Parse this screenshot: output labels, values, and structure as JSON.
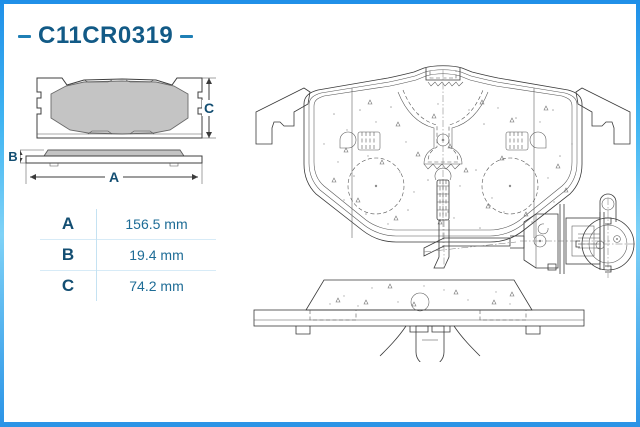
{
  "product": {
    "code": "C11CR0319",
    "title_dash_left": "–",
    "title_dash_right": "–"
  },
  "colors": {
    "frame_blue": "#1f8fe8",
    "frame_blue_light": "#7fd2f7",
    "title_text": "#125a86",
    "table_key_text": "#134e72",
    "table_value_text": "#1e6c96",
    "table_divider": "#d7ebf7",
    "pad_fill": "#c4c4c4",
    "drawing_stroke": "#3a3a3a"
  },
  "schematic": {
    "labels": {
      "height_label": "C",
      "thickness_label": "B",
      "width_label": "A"
    }
  },
  "dimensions": {
    "rows": [
      {
        "key": "A",
        "value": "156.5 mm"
      },
      {
        "key": "B",
        "value": "19.4 mm"
      },
      {
        "key": "C",
        "value": "74.2 mm"
      }
    ]
  }
}
